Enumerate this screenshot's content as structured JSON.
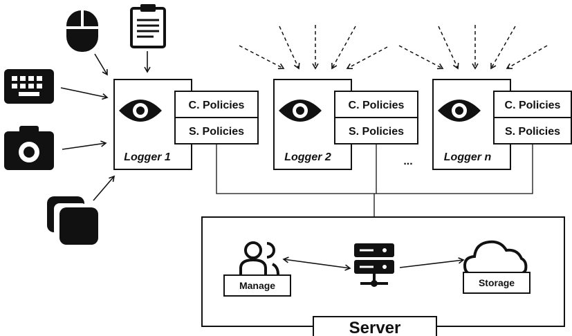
{
  "loggers": [
    {
      "name": "Logger 1",
      "policies": [
        "C. Policies",
        "S. Policies"
      ]
    },
    {
      "name": "Logger 2",
      "policies": [
        "C. Policies",
        "S. Policies"
      ]
    },
    {
      "name": "Logger n",
      "policies": [
        "C. Policies",
        "S. Policies"
      ]
    }
  ],
  "ellipsis": "...",
  "server": {
    "title": "Server",
    "manage_label": "Manage",
    "storage_label": "Storage"
  },
  "icons": [
    "mouse-icon",
    "clipboard-icon",
    "keyboard-icon",
    "camera-icon",
    "window-copy-icon",
    "eye-icon",
    "users-icon",
    "server-rack-icon",
    "cloud-icon"
  ]
}
